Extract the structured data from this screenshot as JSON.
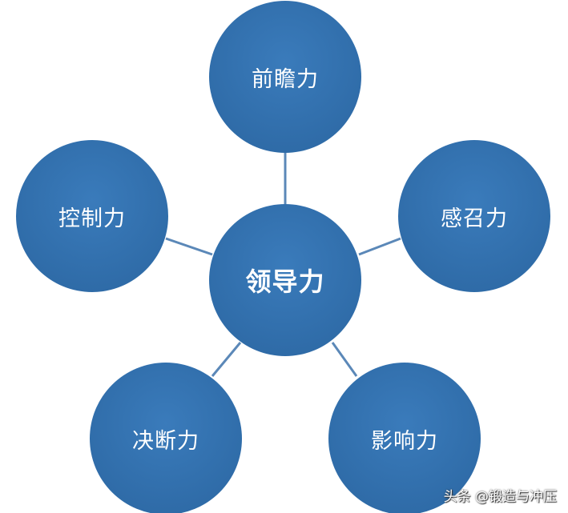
{
  "diagram": {
    "center": "领导力",
    "nodes": [
      "前瞻力",
      "感召力",
      "影响力",
      "决断力",
      "控制力"
    ],
    "colors": {
      "node": "#2e6da4",
      "connector": "#5b88b8",
      "text": "#ffffff"
    }
  },
  "watermark": "头条 @锻造与冲压"
}
